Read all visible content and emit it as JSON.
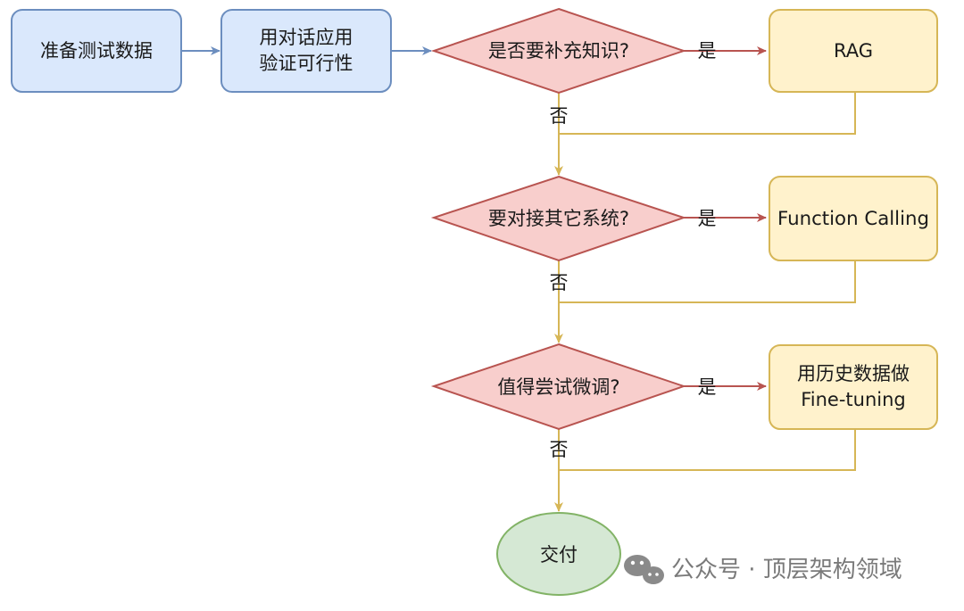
{
  "nodes": {
    "prepare": {
      "label": "准备测试数据"
    },
    "verify": {
      "line1": "用对话应用",
      "line2": "验证可行性"
    },
    "decision_knowledge": {
      "label": "是否要补充知识?"
    },
    "rag": {
      "label": "RAG"
    },
    "decision_system": {
      "label": "要对接其它系统?"
    },
    "function_calling": {
      "label": "Function Calling"
    },
    "decision_finetune": {
      "label": "值得尝试微调?"
    },
    "finetune": {
      "line1": "用历史数据做",
      "line2": "Fine-tuning"
    },
    "deliver": {
      "label": "交付"
    }
  },
  "edge_labels": {
    "yes": "是",
    "no": "否"
  },
  "watermark": {
    "text": "公众号 · 顶层架构领域",
    "icon": "wechat-icon"
  },
  "colors": {
    "blue_fill": "#dae8fc",
    "blue_stroke": "#6c8ebf",
    "red_fill": "#f8cecc",
    "red_stroke": "#b85450",
    "yellow_fill": "#fff2cc",
    "yellow_stroke": "#d6b656",
    "green_fill": "#d5e8d4",
    "green_stroke": "#82b366"
  }
}
